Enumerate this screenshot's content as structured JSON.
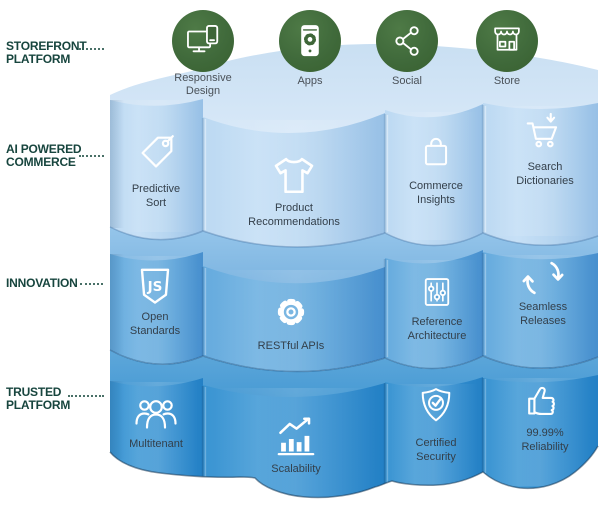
{
  "colors": {
    "circle_green": "#3e6638",
    "side_label_green": "#17453e",
    "layer1_top": "#d7e8f8",
    "layer1_face": "#aecfed",
    "layer2_top": "#8fc2e9",
    "layer2_face": "#5aa0d8",
    "layer3_top": "#4f9fd6",
    "layer3_face": "#2e8bce",
    "icon_stroke": "#ffffff",
    "item_label_text": "#333f4a"
  },
  "rows": [
    {
      "side_label": "STOREFRONT\nPLATFORM",
      "items": [
        {
          "icon": "responsive-design-icon",
          "label": "Responsive\nDesign"
        },
        {
          "icon": "apps-icon",
          "label": "Apps"
        },
        {
          "icon": "social-share-icon",
          "label": "Social"
        },
        {
          "icon": "storefront-icon",
          "label": "Store"
        }
      ]
    },
    {
      "side_label": "AI POWERED\nCOMMERCE",
      "items": [
        {
          "icon": "price-tag-icon",
          "label": "Predictive\nSort"
        },
        {
          "icon": "tshirt-icon",
          "label": "Product\nRecommendations"
        },
        {
          "icon": "shopping-bag-icon",
          "label": "Commerce\nInsights"
        },
        {
          "icon": "cart-download-icon",
          "label": "Search\nDictionaries"
        }
      ]
    },
    {
      "side_label": "INNOVATION",
      "items": [
        {
          "icon": "js-shield-icon",
          "icon_text": "JS",
          "label": "Open\nStandards"
        },
        {
          "icon": "gear-icon",
          "label": "RESTful APIs"
        },
        {
          "icon": "sliders-icon",
          "label": "Reference\nArchitecture"
        },
        {
          "icon": "sync-arrows-icon",
          "label": "Seamless\nReleases"
        }
      ]
    },
    {
      "side_label": "TRUSTED\nPLATFORM",
      "items": [
        {
          "icon": "users-icon",
          "label": "Multitenant"
        },
        {
          "icon": "growth-chart-icon",
          "label": "Scalability"
        },
        {
          "icon": "shield-check-icon",
          "label": "Certified\nSecurity"
        },
        {
          "icon": "thumbs-up-icon",
          "label": "99.99%\nReliability"
        }
      ]
    }
  ]
}
